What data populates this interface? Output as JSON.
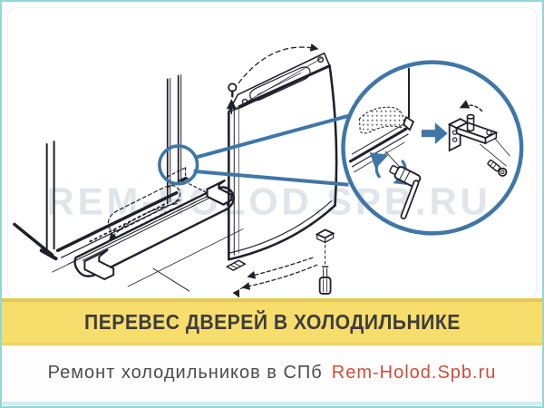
{
  "banner": {
    "title": "ПЕРЕВЕС ДВЕРЕЙ В ХОЛОДИЛЬНИКЕ",
    "background": "#f7dd6b",
    "accent_top": "#e6c94f",
    "accent_bottom": "#edd35f",
    "text_color": "#3d3d40"
  },
  "footer": {
    "caption": "Ремонт холодильников в СПб",
    "site": "Rem-Holod.Spb.ru",
    "caption_color": "#4c4c4e",
    "site_color": "#c8503c"
  },
  "watermark": {
    "text": "REM-HOLOD.SPB.RU"
  },
  "frame": {
    "border_color": "#97d5d4",
    "bottom_divider_color": "#d2ebf4"
  },
  "diagram": {
    "ink_color": "#20202b",
    "accent_blue": "#3f76a8",
    "parts": [
      "refrigerator-cabinet-base",
      "kick-plate",
      "lower-hinge-detail-circle",
      "refrigerator-door",
      "door-handle-recess",
      "hinge-pin",
      "magnified-view-circle",
      "door-corner-detail",
      "rotation-arrows",
      "socket-wrench",
      "transfer-arrow",
      "hinge-bracket",
      "mounting-screw"
    ]
  }
}
